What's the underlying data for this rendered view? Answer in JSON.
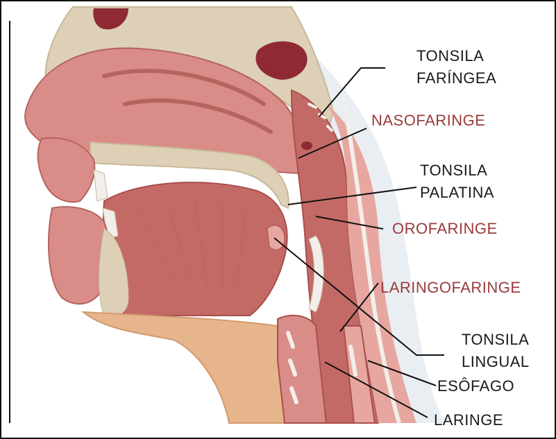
{
  "labels": {
    "tonsila_faringea": [
      "TONSILA",
      "FARÍNGEA"
    ],
    "nasofaringe": "NASOFARINGE",
    "tonsila_palatina": [
      "TONSILA",
      "PALATINA"
    ],
    "orofaringe": "OROFARINGE",
    "laringofaringe": "LARINGOFARINGE",
    "tonsila_lingual": [
      "TONSILA",
      "LINGUAL"
    ],
    "esofago": "ESÔFAGO",
    "laringe": "LARINGE"
  },
  "colors": {
    "structure_label": "#1a1a1a",
    "region_label": "#9a3a3a",
    "mucosa": "#c46a66",
    "tissue_light": "#e7a7a0",
    "bone": "#ddd0b6",
    "skin": "#e7b58c",
    "cavity_dark": "#8f2a35",
    "cartilage": "#f3eeea"
  }
}
